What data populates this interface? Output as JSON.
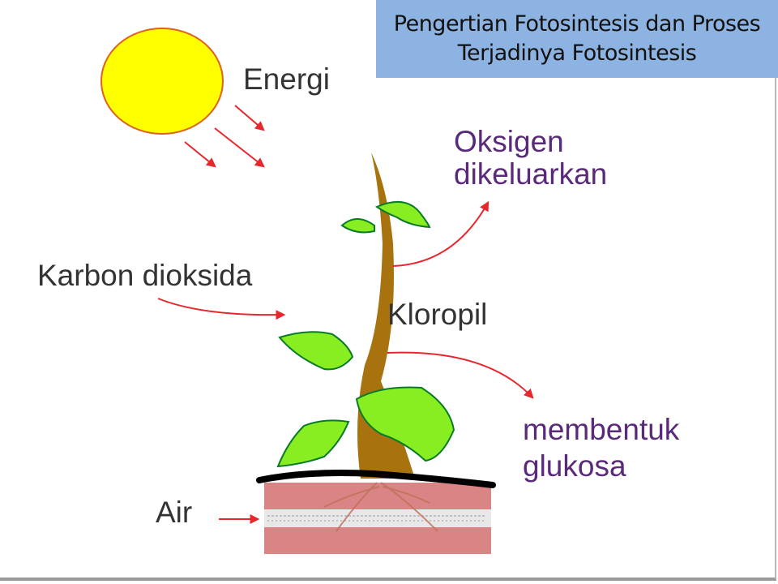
{
  "title": {
    "line1": "Pengertian Fotosintesis dan Proses",
    "line2": "Terjadinya Fotosintesis",
    "background": "#8db3e2"
  },
  "labels": {
    "energy": "Energi",
    "oxygen_line1": "Oksigen",
    "oxygen_line2": "dikeluarkan",
    "carbon_dioxide": "Karbon dioksida",
    "chlorophyll": "Kloropil",
    "glucose_line1": "membentuk",
    "glucose_line2": "glukosa",
    "water": "Air"
  },
  "colors": {
    "sun_fill": "#ffff00",
    "sun_stroke": "#e06020",
    "arrow": "#e8262c",
    "stem": "#a8720e",
    "leaf_fill": "#88ee22",
    "leaf_stroke": "#0a7a2a",
    "soil": "#d98585",
    "water_band": "#e8e8e8",
    "ground_line": "#000000"
  }
}
